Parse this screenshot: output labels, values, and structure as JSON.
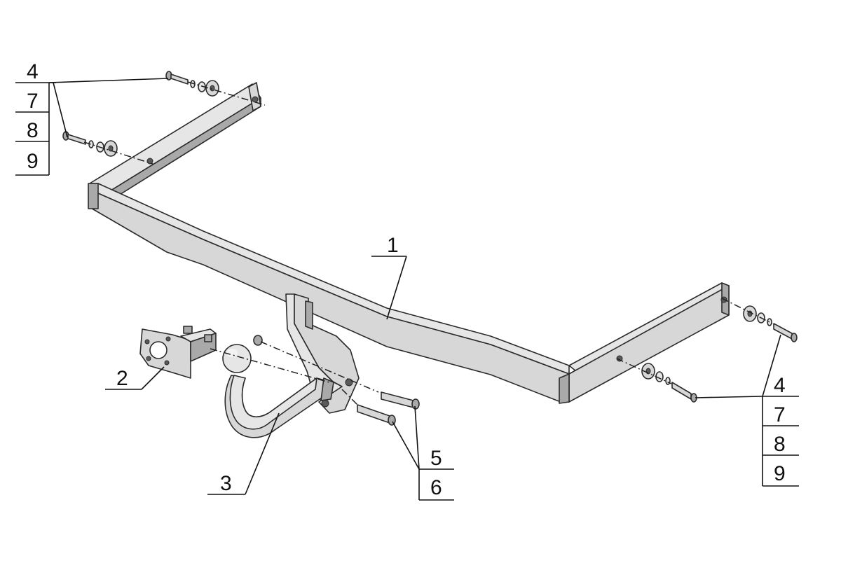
{
  "colors": {
    "background": "#ffffff",
    "ink": "#111111",
    "metal": "#d7d7d7"
  },
  "callouts": {
    "part_1": "1",
    "part_2": "2",
    "part_3": "3",
    "left_stack": [
      "4",
      "7",
      "8",
      "9"
    ],
    "right_stack": [
      "4",
      "7",
      "8",
      "9"
    ],
    "bolt_stack": [
      "5",
      "6"
    ]
  },
  "icons": {
    "main_beam": "tow-bar-beam",
    "socket_bracket": "socket-bracket",
    "tow_ball": "tow-ball-neck",
    "fasteners": "bolt-washer-set"
  }
}
